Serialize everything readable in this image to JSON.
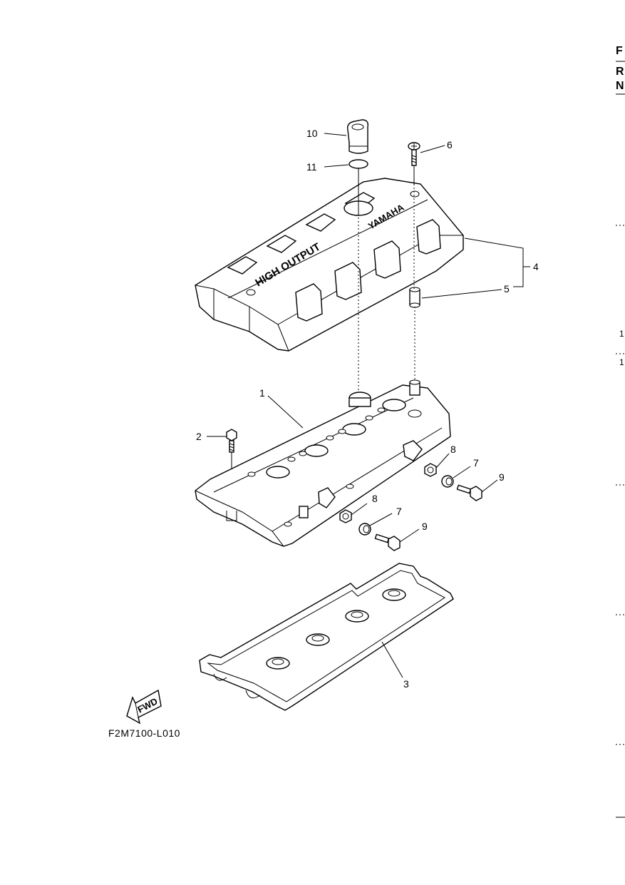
{
  "figure_code": "F2M7100-L010",
  "fwd_label": "FWD",
  "cover_brand": "YAMAHA",
  "cover_text": "HIGH OUTPUT",
  "callouts": {
    "c1": "1",
    "c2": "2",
    "c3": "3",
    "c4": "4",
    "c5": "5",
    "c6": "6",
    "c7a": "7",
    "c7b": "7",
    "c8a": "8",
    "c8b": "8",
    "c9a": "9",
    "c9b": "9",
    "c10": "10",
    "c11": "11"
  },
  "edge_marks": {
    "top": "F",
    "second": "R",
    "third": "N",
    "num_a": "1",
    "num_b": "1"
  },
  "parts": [
    {
      "ref": "1",
      "name": "cylinder-head-cover"
    },
    {
      "ref": "2",
      "name": "bolt"
    },
    {
      "ref": "3",
      "name": "cover-gasket"
    },
    {
      "ref": "4",
      "name": "decorative-cover-assembly"
    },
    {
      "ref": "5",
      "name": "collar"
    },
    {
      "ref": "6",
      "name": "screw"
    },
    {
      "ref": "7",
      "name": "grommet"
    },
    {
      "ref": "8",
      "name": "collar"
    },
    {
      "ref": "9",
      "name": "flange-bolt"
    },
    {
      "ref": "10",
      "name": "oil-filler-cap"
    },
    {
      "ref": "11",
      "name": "o-ring"
    }
  ]
}
